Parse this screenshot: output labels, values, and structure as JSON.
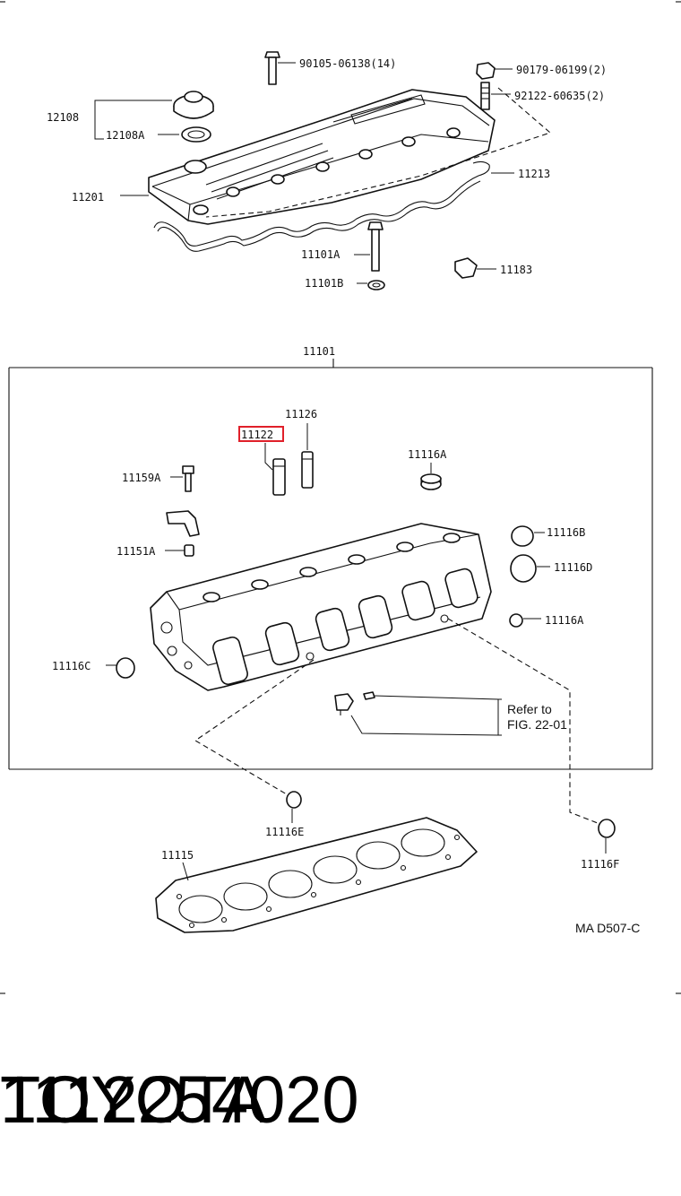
{
  "labels": {
    "l_90105": "90105-06138(14)",
    "l_90179": "90179-06199(2)",
    "l_92122": "92122-60635(2)",
    "l_12108": "12108",
    "l_12108A": "12108A",
    "l_11201": "11201",
    "l_11213": "11213",
    "l_11101A": "11101A",
    "l_11101B": "11101B",
    "l_11183": "11183",
    "l_11101": "11101",
    "l_11126": "11126",
    "l_11122": "11122",
    "l_11159A": "11159A",
    "l_11116A_top": "11116A",
    "l_11116B": "11116B",
    "l_11151A": "11151A",
    "l_11116D": "11116D",
    "l_11116A_right": "11116A",
    "l_11116C": "11116C",
    "l_11116E": "11116E",
    "l_11115": "11115",
    "l_11116F": "11116F",
    "refer_line1": "Refer to",
    "refer_line2": "FIG. 22-01",
    "drawing_code": "MA D507-C"
  },
  "highlighted_part": "11122",
  "highlight_color": "#e0202a",
  "footer": {
    "part_number": "1112254020",
    "brand": "TOYOTA"
  }
}
